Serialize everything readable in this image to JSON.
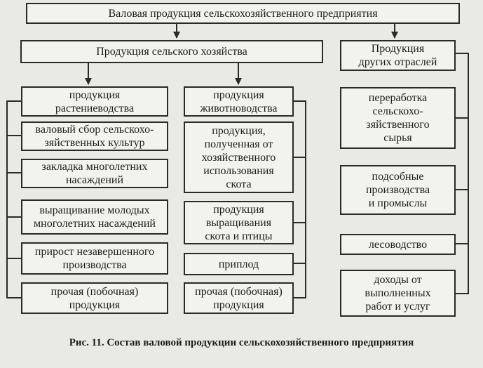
{
  "diagram": {
    "root": "Валовая продукция сельскохозяйственного предприятия",
    "agri": "Продукция сельского хозяйства",
    "other": "Продукция\nдругих отраслей",
    "crop": {
      "title": "продукция\nрастениеводства",
      "items": [
        "валовый сбор сельскохо-\nзяйственных культур",
        "закладка многолетних\nнасаждений",
        "выращивание молодых\nмноголетних насаждений",
        "прирост незавершенного\nпроизводства",
        "прочая (побочная)\nпродукция"
      ]
    },
    "animal": {
      "title": "продукция\nживотноводства",
      "items": [
        "продукция,\nполученная от\nхозяйственного\nиспользования\nскота",
        "продукция\nвыращивания\nскота и птицы",
        "приплод",
        "прочая (побочная)\nпродукция"
      ]
    },
    "other_items": [
      "переработка\nсельскохо-\nзяйственного\nсырья",
      "подсобные\nпроизводства\nи промыслы",
      "лесоводство",
      "доходы от\nвыполненных\nработ и услуг"
    ]
  },
  "caption": "Рис. 11. Состав валовой продукции сельскохозяйственного предприятия"
}
